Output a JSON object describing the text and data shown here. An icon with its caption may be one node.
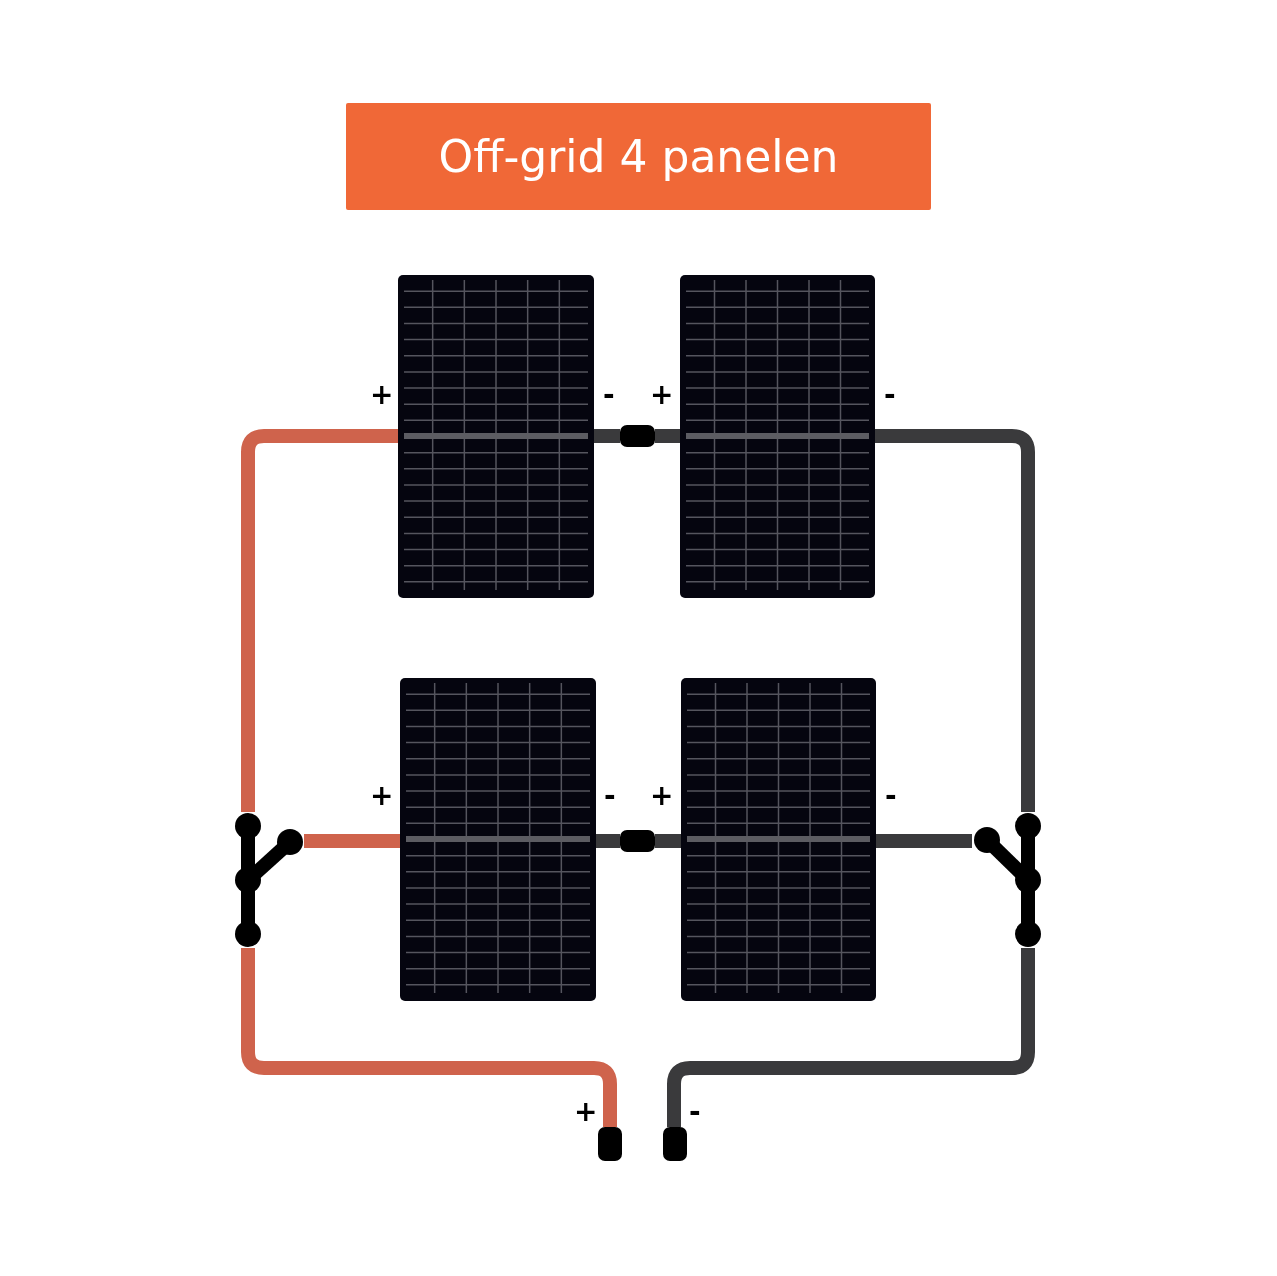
{
  "diagram": {
    "title": "Off-grid 4 panelen",
    "nodes": [
      {
        "text": [],
        "shape": "picture",
        "beside": [
          "+",
          "-"
        ]
      },
      {
        "text": [],
        "shape": "picture",
        "beside": [
          "+",
          "-"
        ]
      },
      {
        "text": [],
        "shape": "picture",
        "beside": [
          "+",
          "-"
        ]
      },
      {
        "text": [],
        "shape": "picture",
        "beside": [
          "+",
          "-"
        ]
      },
      {
        "text": [],
        "shape": "box"
      },
      {
        "text": [],
        "shape": "box"
      },
      {
        "text": [],
        "shape": "picture"
      },
      {
        "text": [],
        "shape": "picture"
      },
      {
        "text": [],
        "shape": "box",
        "beside": [
          "+"
        ]
      },
      {
        "text": [],
        "shape": "box",
        "beside": [
          "-"
        ]
      }
    ],
    "edges": [
      {
        "from": 0,
        "to": 4,
        "arrow": "none"
      },
      {
        "from": 4,
        "to": 1,
        "arrow": "none"
      },
      {
        "from": 0,
        "to": 6,
        "arrow": "none",
        "color": "#cf634c"
      },
      {
        "from": 2,
        "to": 6,
        "arrow": "none",
        "color": "#cf634c"
      },
      {
        "from": 6,
        "to": 8,
        "arrow": "none",
        "color": "#cf634c"
      },
      {
        "from": 2,
        "to": 5,
        "arrow": "none"
      },
      {
        "from": 5,
        "to": 3,
        "arrow": "none"
      },
      {
        "from": 1,
        "to": 7,
        "arrow": "none"
      },
      {
        "from": 3,
        "to": 7,
        "arrow": "none"
      },
      {
        "from": 7,
        "to": 9,
        "arrow": "none"
      }
    ]
  }
}
